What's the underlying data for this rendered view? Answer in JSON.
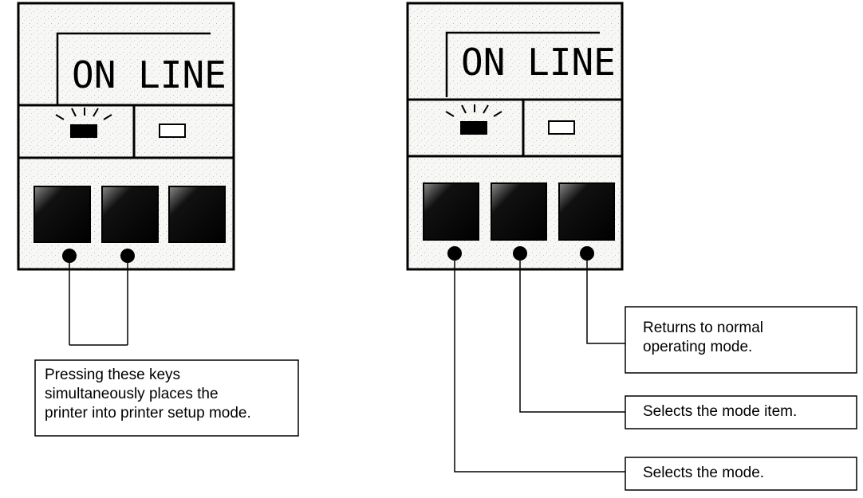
{
  "panels": [
    {
      "id": "left",
      "display_text": "ON LINE"
    },
    {
      "id": "right",
      "display_text": "ON LINE"
    }
  ],
  "callouts": {
    "setup_mode": "Pressing these keys\nsimultaneously places the\nprinter into printer setup mode.",
    "normal_mode": "Returns to normal\noperating mode.",
    "mode_item": "Selects the mode item.",
    "mode": "Selects the mode."
  },
  "colors": {
    "line": "#000000",
    "panel_fill": "#f6f6f4",
    "key_fill": "#0a0a0a",
    "indicator_on": "#000000",
    "indicator_off": "#ffffff"
  },
  "icons": [
    "lamp-lit-icon",
    "lamp-unlit-icon"
  ]
}
